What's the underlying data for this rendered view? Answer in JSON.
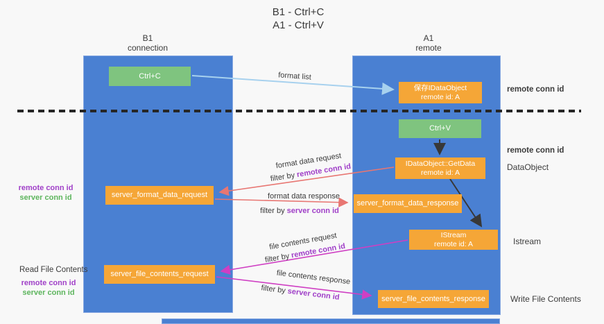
{
  "title": {
    "line1": "B1 - Ctrl+C",
    "line2": "A1 - Ctrl+V"
  },
  "lanes": {
    "left": {
      "name": "B1",
      "role": "connection"
    },
    "right": {
      "name": "A1",
      "role": "remote"
    }
  },
  "nodes": {
    "ctrl_c": "Ctrl+C",
    "ctrl_v": "Ctrl+V",
    "save_idataobject_line1": "保存IDataObject",
    "save_idataobject_line2": "remote id: A",
    "getdata_line1": "IDataObject::GetData",
    "getdata_line2": "remote id: A",
    "istream_line1": "IStream",
    "istream_line2": "remote id: A",
    "server_format_data_request": "server_format_data_request",
    "server_format_data_response": "server_format_data_response",
    "server_file_contents_request": "server_file_contents_request",
    "server_file_contents_response": "server_file_contents_response"
  },
  "edge_labels": {
    "format_list": "format list",
    "format_data_request": "format data request",
    "format_data_response": "format data response",
    "file_contents_request": "file contents request",
    "file_contents_response": "file contents response",
    "filter_by": "filter by",
    "remote_conn_id": "remote conn id",
    "server_conn_id": "server conn id"
  },
  "side_labels": {
    "remote_conn_id": "remote conn id",
    "server_conn_id": "server conn id",
    "dataobject": "DataObject",
    "istream": "Istream",
    "read_file_contents": "Read File Contents",
    "write_file_contents": "Write File Contents"
  },
  "colors": {
    "lane_blue": "#4a80d2",
    "node_orange": "#f5a637",
    "node_green": "#7fc47f",
    "arrow_salmon": "#e87672",
    "arrow_magenta": "#cf3fc3",
    "arrow_lightblue": "#a7d1ee",
    "label_purple": "#a040c8",
    "label_green": "#5db55d"
  }
}
